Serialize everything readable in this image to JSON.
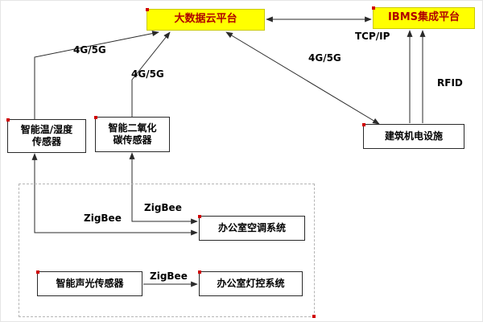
{
  "diagram": {
    "nodes": {
      "cloud": {
        "label": "大数据云平台"
      },
      "ibms": {
        "label": "IBMS集成平台"
      },
      "temp": {
        "label": "智能温/湿度\n传感器"
      },
      "co2": {
        "label": "智能二氧化\n碳传感器"
      },
      "building": {
        "label": "建筑机电设施"
      },
      "hvac": {
        "label": "办公室空调系统"
      },
      "soundlight": {
        "label": "智能声光传感器"
      },
      "lighting": {
        "label": "办公室灯控系统"
      }
    },
    "edge_labels": {
      "fg_temp": "4G/5G",
      "fg_co2": "4G/5G",
      "fg_building": "4G/5G",
      "tcp": "TCP/IP",
      "rfid": "RFID",
      "zigbee_temp": "ZigBee",
      "zigbee_co2": "ZigBee",
      "zigbee_soundlight": "ZigBee"
    },
    "colors": {
      "canvas-bg": "#ffffff",
      "platform-bg": "#ffff00",
      "platform-border": "#c9c900",
      "platform-text": "#b00000",
      "node-bg": "#ffffff",
      "node-border": "#2a2a2a",
      "node-text": "#000000",
      "line": "#2a2a2a",
      "dashed-border": "#b5b5b5",
      "handle": "#d00000"
    }
  }
}
